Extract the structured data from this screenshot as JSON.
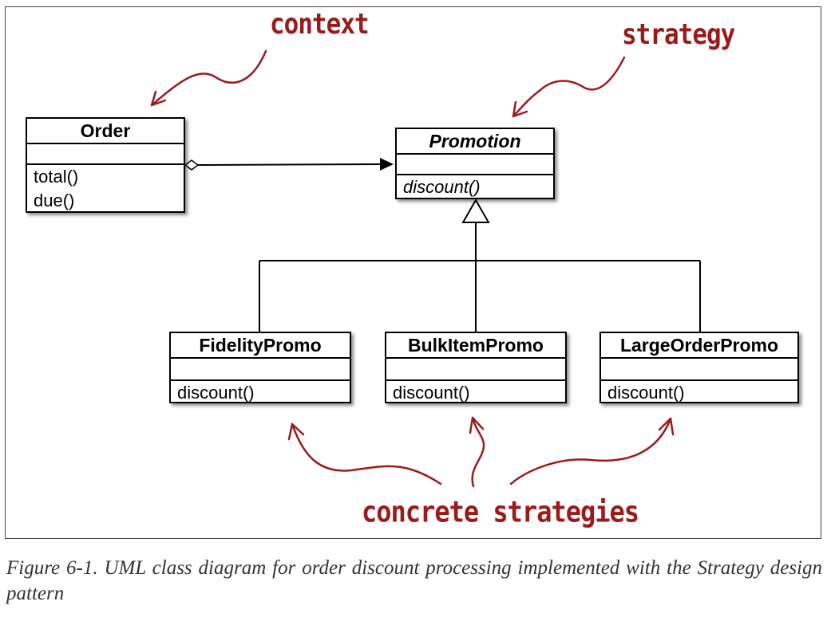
{
  "diagram": {
    "classes": {
      "order": {
        "name": "Order",
        "ops": [
          "total()",
          "due()"
        ]
      },
      "promotion": {
        "name": "Promotion",
        "ops": [
          "discount()"
        ],
        "abstract": true
      },
      "fidelity": {
        "name": "FidelityPromo",
        "ops": [
          "discount()"
        ]
      },
      "bulkitem": {
        "name": "BulkItemPromo",
        "ops": [
          "discount()"
        ]
      },
      "largeorder": {
        "name": "LargeOrderPromo",
        "ops": [
          "discount()"
        ]
      }
    },
    "annotations": {
      "context": "context",
      "strategy": "strategy",
      "concrete": "concrete strategies"
    },
    "annotation_color": "#9b1b1b"
  },
  "caption": "Figure 6-1. UML class diagram for order discount processing implemented with the Strategy design pattern"
}
